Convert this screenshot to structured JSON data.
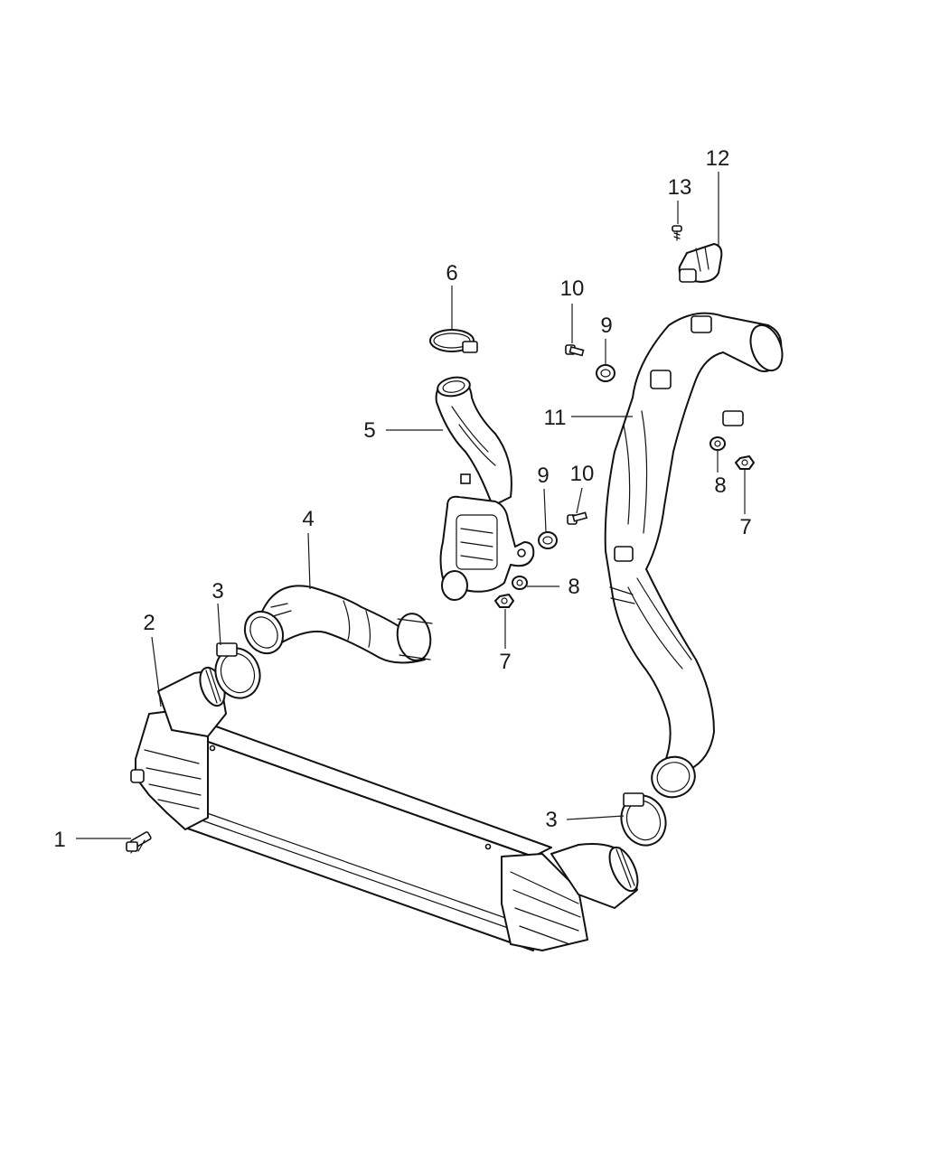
{
  "callouts": [
    {
      "id": "c1",
      "label": "1"
    },
    {
      "id": "c2",
      "label": "2"
    },
    {
      "id": "c3a",
      "label": "3"
    },
    {
      "id": "c3b",
      "label": "3"
    },
    {
      "id": "c4",
      "label": "4"
    },
    {
      "id": "c5",
      "label": "5"
    },
    {
      "id": "c6",
      "label": "6"
    },
    {
      "id": "c7a",
      "label": "7"
    },
    {
      "id": "c7b",
      "label": "7"
    },
    {
      "id": "c8a",
      "label": "8"
    },
    {
      "id": "c8b",
      "label": "8"
    },
    {
      "id": "c9a",
      "label": "9"
    },
    {
      "id": "c9b",
      "label": "9"
    },
    {
      "id": "c10a",
      "label": "10"
    },
    {
      "id": "c10b",
      "label": "10"
    },
    {
      "id": "c11",
      "label": "11"
    },
    {
      "id": "c12",
      "label": "12"
    },
    {
      "id": "c13",
      "label": "13"
    }
  ]
}
